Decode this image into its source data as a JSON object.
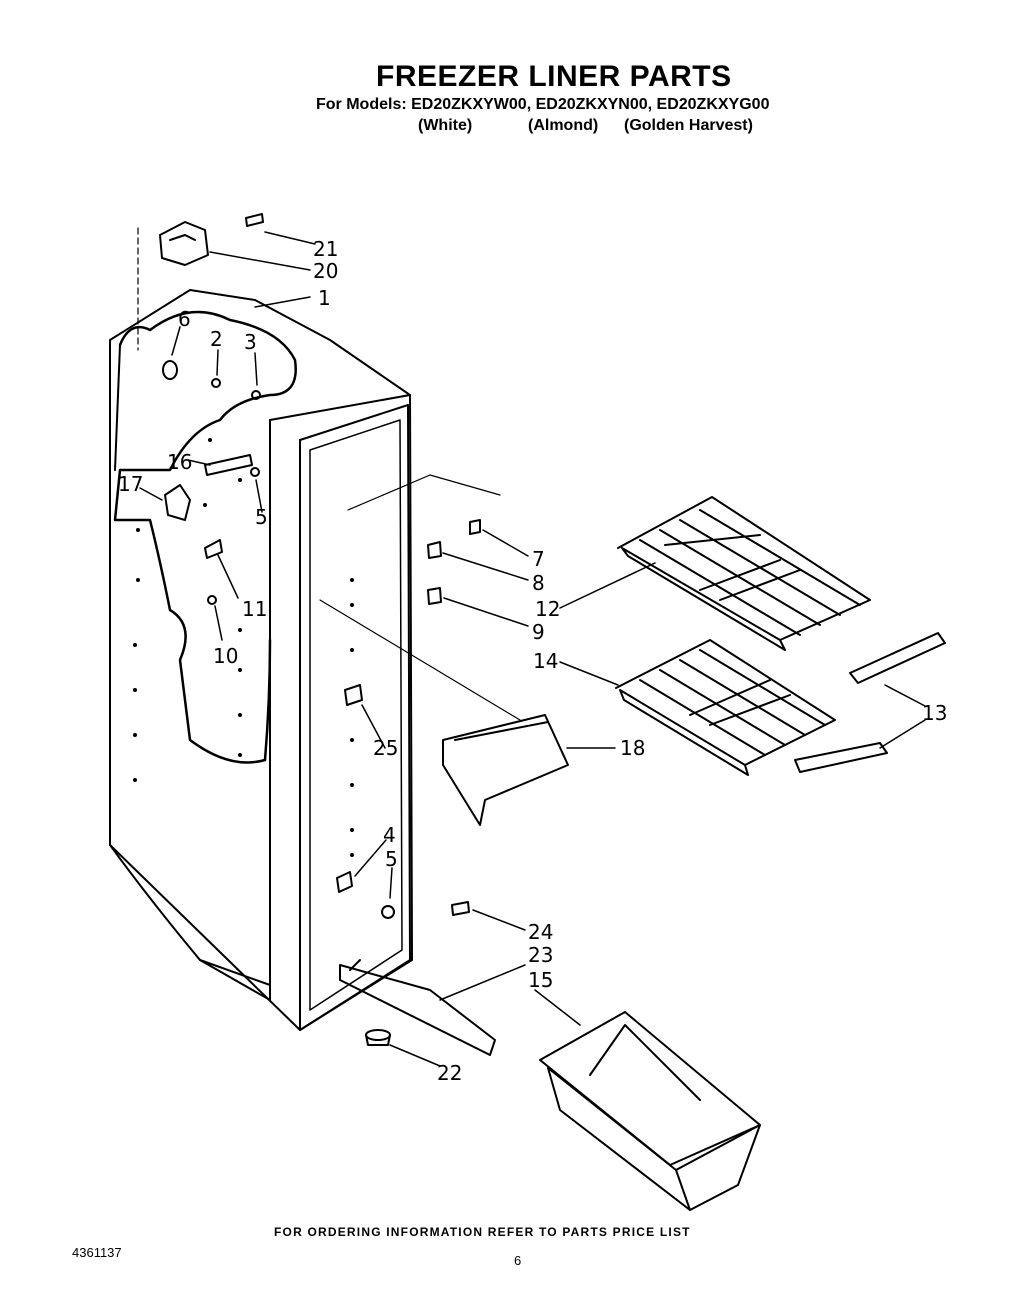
{
  "header": {
    "title": "FREEZER LINER PARTS",
    "models_line": "For Models: ED20ZKXYW00, ED20ZKXYN00, ED20ZKXYG00",
    "colors": [
      "(White)",
      "(Almond)",
      "(Golden Harvest)"
    ]
  },
  "callouts": {
    "p1": "1",
    "p2": "2",
    "p3": "3",
    "p4": "4",
    "p5a": "5",
    "p5b": "5",
    "p6": "6",
    "p7": "7",
    "p8": "8",
    "p9": "9",
    "p10": "10",
    "p11": "11",
    "p12": "12",
    "p13": "13",
    "p14": "14",
    "p15": "15",
    "p16": "16",
    "p17": "17",
    "p18": "18",
    "p20": "20",
    "p21": "21",
    "p22": "22",
    "p23": "23",
    "p24": "24",
    "p25": "25"
  },
  "footer": {
    "ordering": "FOR ORDERING INFORMATION REFER TO PARTS PRICE LIST",
    "doc_number": "4361137",
    "page_number": "6"
  }
}
